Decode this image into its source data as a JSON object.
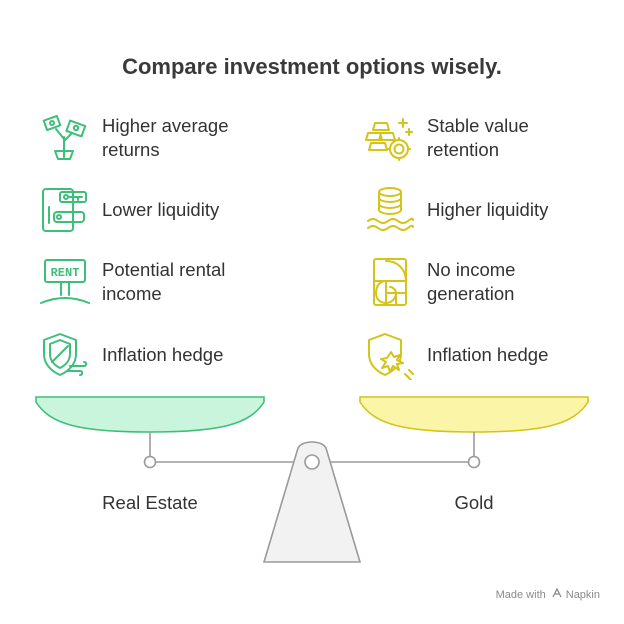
{
  "title": "Compare investment options wisely.",
  "left": {
    "name": "Real Estate",
    "color": "#3dbf7a",
    "fill": "#c9f5dd",
    "items": [
      {
        "label": "Higher average returns",
        "icon": "money-plant-icon"
      },
      {
        "label": "Lower liquidity",
        "icon": "locked-cabinet-icon"
      },
      {
        "label": "Potential rental income",
        "icon": "rent-sign-icon"
      },
      {
        "label": "Inflation hedge",
        "icon": "shield-wind-icon"
      }
    ]
  },
  "right": {
    "name": "Gold",
    "color": "#d4c41a",
    "fill": "#fbf5a8",
    "items": [
      {
        "label": "Stable value retention",
        "icon": "gold-bars-icon"
      },
      {
        "label": "Higher liquidity",
        "icon": "coin-stack-water-icon"
      },
      {
        "label": "No income generation",
        "icon": "golden-spiral-icon"
      },
      {
        "label": "Inflation hedge",
        "icon": "shield-burst-icon"
      }
    ]
  },
  "footer": {
    "made_with": "Made with",
    "brand": "Napkin"
  }
}
